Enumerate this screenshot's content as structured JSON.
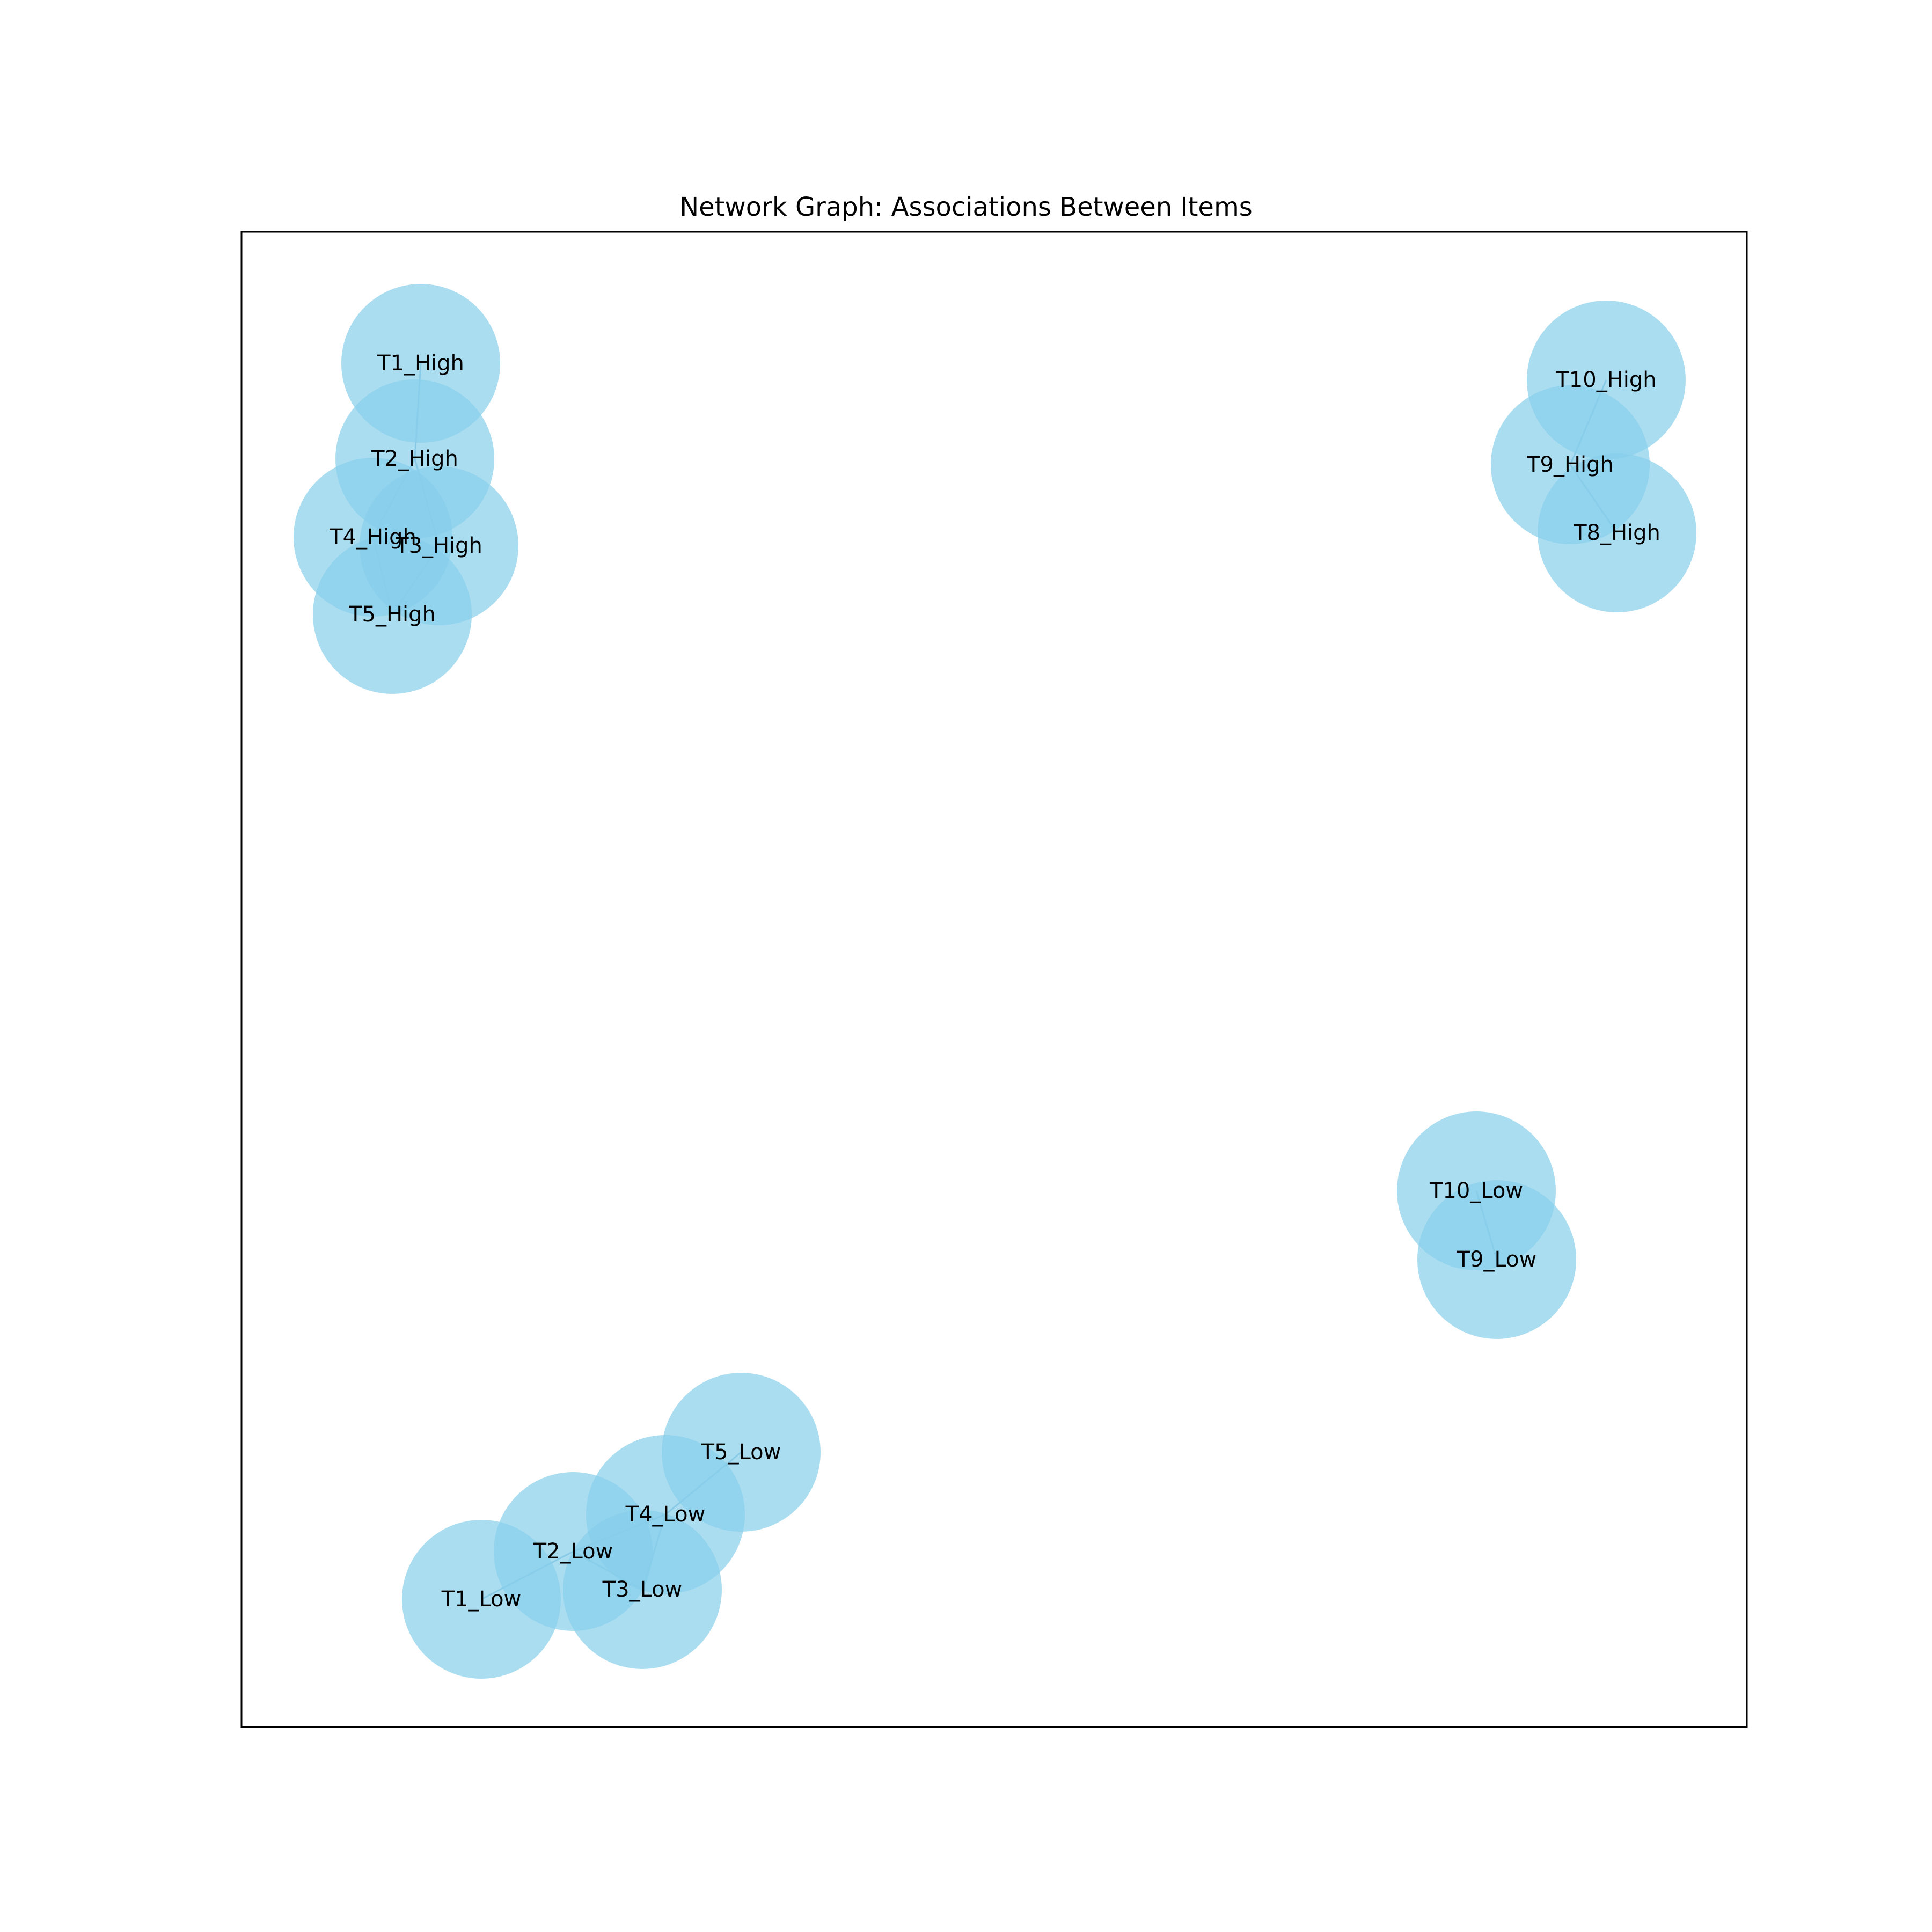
{
  "title": "Network Graph: Associations Between Items",
  "colors": {
    "node_fill": "#87ceeb",
    "node_opacity": 0.7,
    "edge": "#6fb3d2",
    "frame": "#000000",
    "background": "#ffffff"
  },
  "chart_data": {
    "type": "network",
    "nodes": [
      {
        "id": "T1_High",
        "label": "T1_High"
      },
      {
        "id": "T2_High",
        "label": "T2_High"
      },
      {
        "id": "T3_High",
        "label": "T3_High"
      },
      {
        "id": "T4_High",
        "label": "T4_High"
      },
      {
        "id": "T5_High",
        "label": "T5_High"
      },
      {
        "id": "T10_High",
        "label": "T10_High"
      },
      {
        "id": "T9_High",
        "label": "T9_High"
      },
      {
        "id": "T8_High",
        "label": "T8_High"
      },
      {
        "id": "T10_Low",
        "label": "T10_Low"
      },
      {
        "id": "T9_Low",
        "label": "T9_Low"
      },
      {
        "id": "T5_Low",
        "label": "T5_Low"
      },
      {
        "id": "T4_Low",
        "label": "T4_Low"
      },
      {
        "id": "T2_Low",
        "label": "T2_Low"
      },
      {
        "id": "T3_Low",
        "label": "T3_Low"
      },
      {
        "id": "T1_Low",
        "label": "T1_Low"
      }
    ],
    "edges": [
      [
        "T1_High",
        "T2_High"
      ],
      [
        "T2_High",
        "T3_High"
      ],
      [
        "T2_High",
        "T4_High"
      ],
      [
        "T3_High",
        "T5_High"
      ],
      [
        "T4_High",
        "T5_High"
      ],
      [
        "T10_High",
        "T9_High"
      ],
      [
        "T9_High",
        "T8_High"
      ],
      [
        "T10_Low",
        "T9_Low"
      ],
      [
        "T1_Low",
        "T2_Low"
      ],
      [
        "T2_Low",
        "T3_Low"
      ],
      [
        "T2_Low",
        "T4_Low"
      ],
      [
        "T4_Low",
        "T3_Low"
      ],
      [
        "T4_Low",
        "T5_Low"
      ]
    ]
  }
}
